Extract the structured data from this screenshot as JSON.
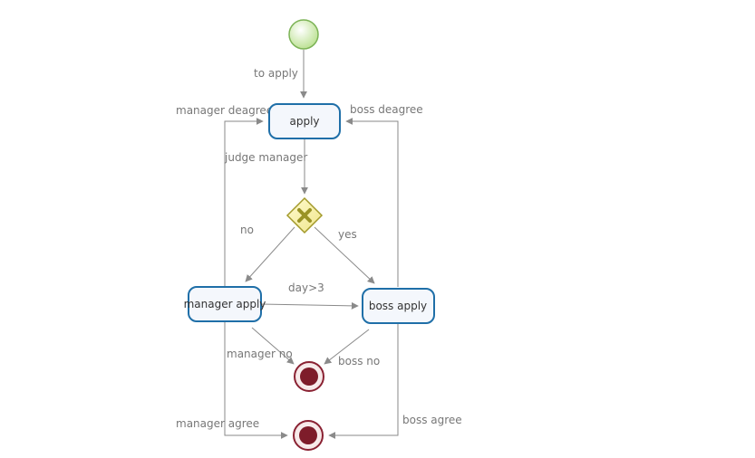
{
  "diagram": {
    "nodes": {
      "start": {
        "kind": "start-event"
      },
      "apply": {
        "kind": "task",
        "label": "apply"
      },
      "gateway": {
        "kind": "exclusive-gateway"
      },
      "manager_apply": {
        "kind": "task",
        "label": "manager apply"
      },
      "boss_apply": {
        "kind": "task",
        "label": "boss apply"
      },
      "end_reject": {
        "kind": "end-event"
      },
      "end_agree": {
        "kind": "end-event"
      }
    },
    "edges": {
      "to_apply": {
        "label": "to apply",
        "from": "start",
        "to": "apply"
      },
      "judge_manager": {
        "label": "judge manager",
        "from": "apply",
        "to": "gateway"
      },
      "no": {
        "label": "no",
        "from": "gateway",
        "to": "manager_apply"
      },
      "yes": {
        "label": "yes",
        "from": "gateway",
        "to": "boss_apply"
      },
      "day_gt_3": {
        "label": "day>3",
        "from": "manager_apply",
        "to": "boss_apply"
      },
      "manager_deagree": {
        "label": "manager deagree",
        "from": "manager_apply",
        "to": "apply"
      },
      "boss_deagree": {
        "label": "boss deagree",
        "from": "boss_apply",
        "to": "apply"
      },
      "manager_no": {
        "label": "manager no",
        "from": "manager_apply",
        "to": "end_reject"
      },
      "boss_no": {
        "label": "boss no",
        "from": "boss_apply",
        "to": "end_reject"
      },
      "manager_agree": {
        "label": "manager agree",
        "from": "manager_apply",
        "to": "end_agree"
      },
      "boss_agree": {
        "label": "boss agree",
        "from": "boss_apply",
        "to": "end_agree"
      }
    }
  },
  "colors": {
    "edge": "#8a8a8a",
    "edge_label": "#777777",
    "task_border": "#1f6fa8",
    "task_fill": "#f4f7fc",
    "task_text": "#333333",
    "start_fill": "#c9eba3",
    "start_stroke": "#7cb356",
    "gateway_fill": "#f7f0a6",
    "gateway_stroke": "#a39a2c",
    "gateway_mark": "#9a9326",
    "end_fill": "#7e1c2a",
    "end_stroke": "#8a2233"
  }
}
